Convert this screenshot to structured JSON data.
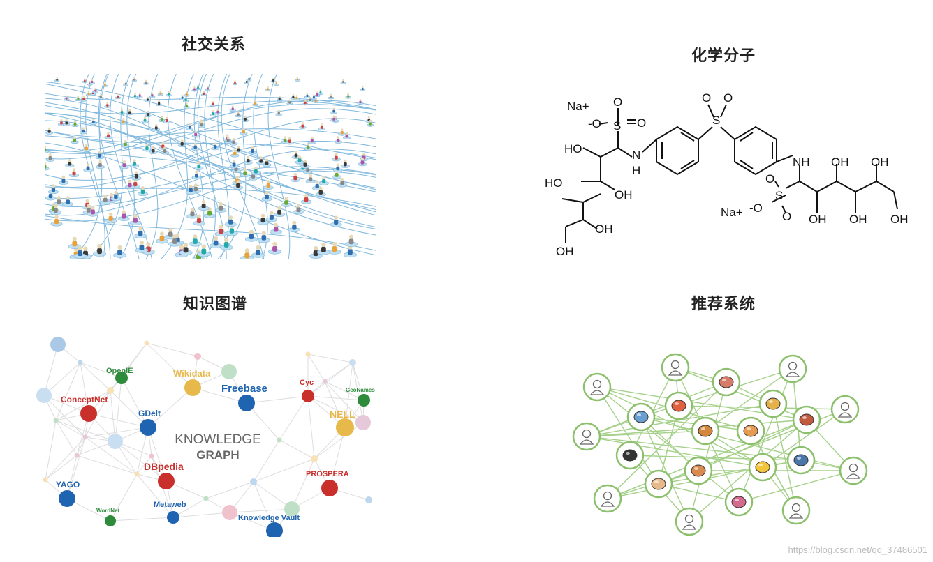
{
  "titles": {
    "social": "社交关系",
    "chemistry": "化学分子",
    "knowledge": "知识图谱",
    "recommend": "推荐系统"
  },
  "chemistry_labels": {
    "na1": "Na+",
    "o_minus1": "-O",
    "s1": "S",
    "o_eq1": "O",
    "o_top1": "O",
    "ho1": "HO",
    "nh1": "N",
    "h1": "H",
    "ho2": "HO",
    "oh1": "OH",
    "oh2": "OH",
    "oh3": "OH",
    "s_center": "S",
    "o_c1": "O",
    "o_c2": "O",
    "nh2": "NH",
    "oh4": "OH",
    "oh5": "OH",
    "na2": "Na+",
    "o_minus2": "-O",
    "s2": "S",
    "o_s2a": "O",
    "o_s2b": "O",
    "oh6": "OH",
    "oh7": "OH",
    "oh8": "OH"
  },
  "knowledge_graph": {
    "center_line1": "KNOWLEDGE",
    "center_line2": "GRAPH",
    "nodes": [
      {
        "label": "OpenIE",
        "color": "#2e8b3c"
      },
      {
        "label": "Wikidata",
        "color": "#e7b84a"
      },
      {
        "label": "Freebase",
        "color": "#1f64b0"
      },
      {
        "label": "Cyc",
        "color": "#c9302c"
      },
      {
        "label": "GeoNames",
        "color": "#2e8b3c"
      },
      {
        "label": "ConceptNet",
        "color": "#c9302c"
      },
      {
        "label": "GDelt",
        "color": "#1f64b0"
      },
      {
        "label": "NELL",
        "color": "#e7b84a"
      },
      {
        "label": "DBpedia",
        "color": "#c9302c"
      },
      {
        "label": "PROSPERA",
        "color": "#c9302c"
      },
      {
        "label": "YAGO",
        "color": "#1f64b0"
      },
      {
        "label": "WordNet",
        "color": "#2e8b3c"
      },
      {
        "label": "Metaweb",
        "color": "#1f64b0"
      },
      {
        "label": "Knowledge Vault",
        "color": "#1f64b0"
      }
    ]
  },
  "recommend": {
    "node_color": "#8cc06c",
    "user_icon": "user-icon",
    "item_icons": [
      "meat-icon",
      "noodles-icon",
      "crab-icon",
      "burger-icon",
      "pizza-icon",
      "cake-icon",
      "sushi-icon",
      "taco-icon",
      "egg-icon",
      "rice-bowl-icon",
      "icecream-icon",
      "cupcake-icon",
      "drink-icon"
    ]
  },
  "watermark": "https://blog.csdn.net/qq_37486501"
}
